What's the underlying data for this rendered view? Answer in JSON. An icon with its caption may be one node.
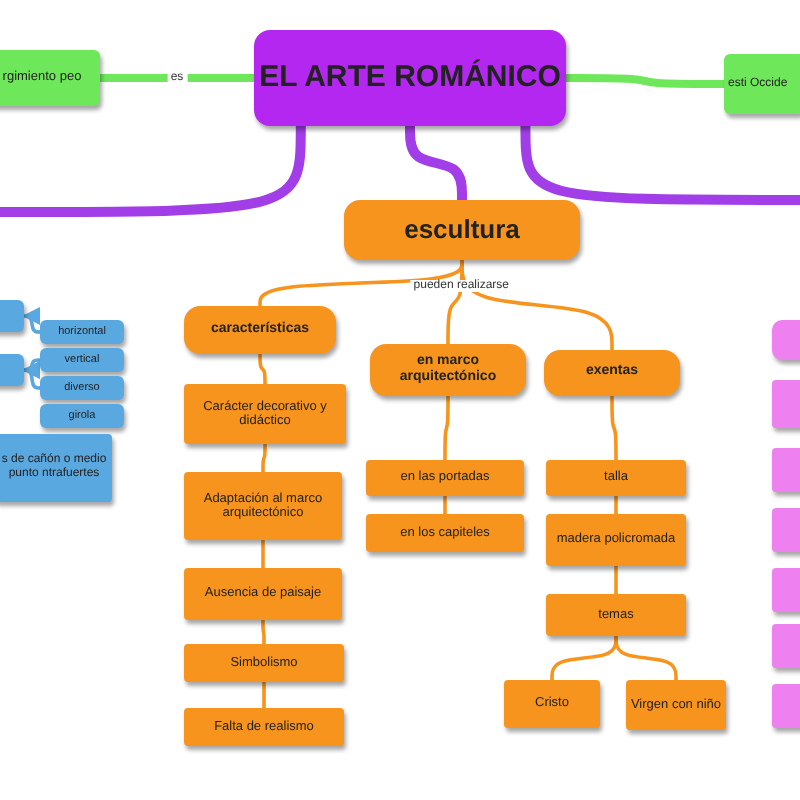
{
  "diagram": {
    "nodes": [
      {
        "text": [
          "EL ARTE ROMÁNICO"
        ]
      },
      {
        "text": [
          "rgimiento peo"
        ]
      },
      {
        "text": [
          "esti Occide"
        ]
      },
      {
        "text": [
          "escultura"
        ]
      },
      {
        "text": [
          "características"
        ]
      },
      {
        "text": [
          "en marco arquitectónico"
        ]
      },
      {
        "text": [
          "exentas"
        ]
      },
      {
        "text": [
          "Carácter decorativo y didáctico"
        ]
      },
      {
        "text": [
          "Adaptación al marco arquitectónico"
        ]
      },
      {
        "text": [
          "Ausencia de paisaje"
        ]
      },
      {
        "text": [
          "Simbolismo"
        ]
      },
      {
        "text": [
          "Falta de realismo"
        ]
      },
      {
        "text": [
          "en las portadas"
        ]
      },
      {
        "text": [
          "en los capiteles"
        ]
      },
      {
        "text": [
          "talla"
        ]
      },
      {
        "text": [
          "madera policromada"
        ]
      },
      {
        "text": [
          "temas"
        ]
      },
      {
        "text": [
          "Cristo"
        ]
      },
      {
        "text": [
          "Virgen con niño"
        ]
      },
      {
        "text": [],
        "shape": "box"
      },
      {
        "text": [],
        "shape": "box"
      },
      {
        "text": [
          "horizontal"
        ]
      },
      {
        "text": [
          "vertical"
        ]
      },
      {
        "text": [
          "diverso"
        ]
      },
      {
        "text": [
          "girola"
        ]
      },
      {
        "text": [
          "s de cañón o medio punto ntrafuertes"
        ]
      },
      {
        "text": [],
        "shape": "box"
      },
      {
        "text": [],
        "shape": "box"
      },
      {
        "text": [],
        "shape": "box"
      },
      {
        "text": [],
        "shape": "box"
      },
      {
        "text": [],
        "shape": "box"
      },
      {
        "text": [],
        "shape": "box"
      },
      {
        "text": [],
        "shape": "box"
      }
    ],
    "edges": [
      {
        "from": 0,
        "to": 1,
        "arrow": "none",
        "label": "es",
        "style": "thick",
        "color": "#6ee85a"
      },
      {
        "from": 0,
        "to": 2,
        "arrow": "none",
        "style": "thick",
        "color": "#6ee85a"
      },
      {
        "from": 0,
        "to": 3,
        "arrow": "none",
        "style": "thick",
        "color": "#a23ee8"
      },
      {
        "from": 0,
        "to": null,
        "arrow": "none",
        "style": "thick",
        "color": "#a23ee8"
      },
      {
        "from": 0,
        "to": null,
        "arrow": "none",
        "style": "thick",
        "color": "#a23ee8"
      },
      {
        "from": 3,
        "to": 4,
        "arrow": "none"
      },
      {
        "from": 3,
        "to": 5,
        "arrow": "none",
        "label": "pueden realizarse"
      },
      {
        "from": 3,
        "to": 6,
        "arrow": "none"
      },
      {
        "from": 4,
        "to": 7,
        "arrow": "none"
      },
      {
        "from": 7,
        "to": 8,
        "arrow": "none"
      },
      {
        "from": 8,
        "to": 9,
        "arrow": "none"
      },
      {
        "from": 9,
        "to": 10,
        "arrow": "none"
      },
      {
        "from": 10,
        "to": 11,
        "arrow": "none"
      },
      {
        "from": 5,
        "to": 12,
        "arrow": "none"
      },
      {
        "from": 12,
        "to": 13,
        "arrow": "none"
      },
      {
        "from": 6,
        "to": 14,
        "arrow": "none"
      },
      {
        "from": 14,
        "to": 15,
        "arrow": "none"
      },
      {
        "from": 15,
        "to": 16,
        "arrow": "none"
      },
      {
        "from": 16,
        "to": 17,
        "arrow": "none"
      },
      {
        "from": 16,
        "to": 18,
        "arrow": "none"
      },
      {
        "from": 21,
        "to": 19,
        "arrow": "to",
        "color": "#5aa8e0"
      },
      {
        "from": 22,
        "to": 20,
        "arrow": "to",
        "color": "#5aa8e0"
      },
      {
        "from": 23,
        "to": 20,
        "arrow": "to",
        "color": "#5aa8e0"
      }
    ]
  }
}
